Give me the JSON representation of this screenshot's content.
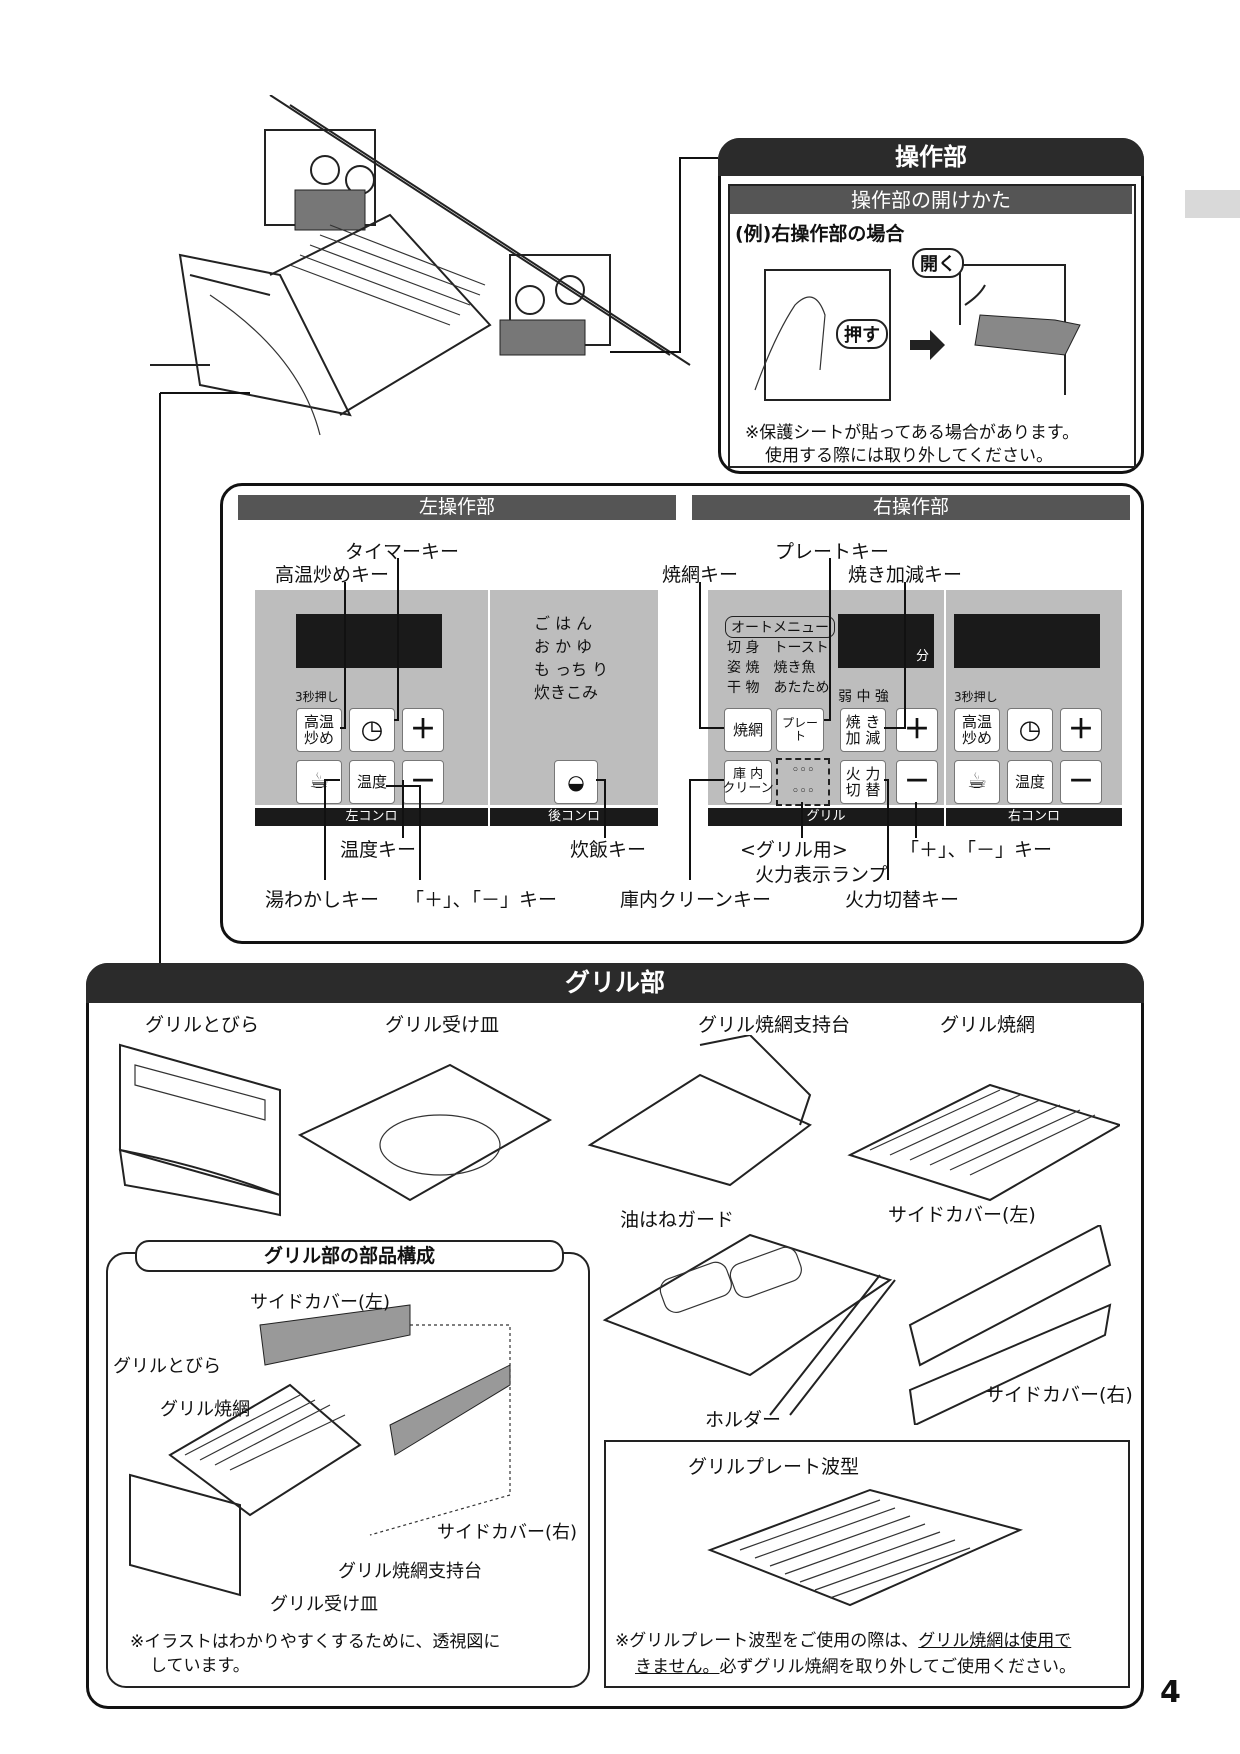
{
  "page_number": "4",
  "sousabu": {
    "title": "操作部",
    "opening": {
      "title": "操作部の開けかた",
      "example": "(例)右操作部の場合",
      "open_label": "開く",
      "push_label": "押す",
      "note_line1": "※保護シートが貼ってある場合があります。",
      "note_line2": "使用する際には取り外してください。"
    },
    "left_panel": {
      "title": "左操作部",
      "hold_note": "3秒押し",
      "keys": {
        "high_temp": "高温\n炒め",
        "temp": "温度",
        "plus": "＋",
        "minus": "－"
      },
      "strip": "左コンロ",
      "labels": {
        "timer": "タイマーキー",
        "high_temp": "高温炒めキー",
        "temp": "温度キー",
        "kettle": "湯わかしキー",
        "plus_minus": "「＋」、「－」キー"
      }
    },
    "rear": {
      "menu": [
        "ご は ん",
        "お か ゆ",
        "も っち り",
        "炊きこみ"
      ],
      "strip": "後コンロ",
      "label": "炊飯キー"
    },
    "right_panel": {
      "title": "右操作部",
      "auto_menu": "オートメニュー",
      "menu_rows": [
        [
          "切 身",
          "トースト"
        ],
        [
          "姿 焼",
          "焼き魚"
        ],
        [
          "干 物",
          "あたため"
        ]
      ],
      "minutes": "分",
      "heat_levels": "弱 中 強",
      "keys": {
        "grill_net": "焼網",
        "plate": "プレート",
        "adjust": "焼 き\n加 減",
        "clean": "庫 内\nクリーン",
        "fire": "火 力\n切 替",
        "plus": "＋",
        "minus": "－"
      },
      "grill_strip": "グリル",
      "right_hold_note": "3秒押し",
      "right_keys": {
        "high_temp": "高温\n炒め",
        "temp": "温度",
        "plus": "＋",
        "minus": "－"
      },
      "right_strip": "右コンロ",
      "labels": {
        "grill_net": "焼網キー",
        "plate": "プレートキー",
        "adjust": "焼き加減キー",
        "lamp1": "<グリル用>",
        "lamp2": "火力表示ランプ",
        "plus_minus": "「＋」、「－」キー",
        "clean": "庫内クリーンキー",
        "fire": "火力切替キー"
      }
    }
  },
  "grill": {
    "title": "グリル部",
    "parts": {
      "door": "グリルとびら",
      "pan": "グリル受け皿",
      "support": "グリル焼網支持台",
      "net": "グリル焼網",
      "guard": "油はねガード",
      "side_left": "サイドカバー(左)",
      "holder": "ホルダー",
      "side_right": "サイドカバー(右)"
    },
    "composition": {
      "title": "グリル部の部品構成",
      "side_left": "サイドカバー(左)",
      "door": "グリルとびら",
      "net": "グリル焼網",
      "side_right": "サイドカバー(右)",
      "support": "グリル焼網支持台",
      "pan": "グリル受け皿",
      "note_line1": "※イラストはわかりやすくするために、透視図に",
      "note_line2": "しています。"
    },
    "plate": {
      "title": "グリルプレート波型",
      "note_a": "※グリルプレート波型をご使用の際は、",
      "note_b": "グリル焼網は使用で",
      "note_c": "きません。",
      "note_d": "必ずグリル焼網を取り外してご使用ください。"
    }
  }
}
